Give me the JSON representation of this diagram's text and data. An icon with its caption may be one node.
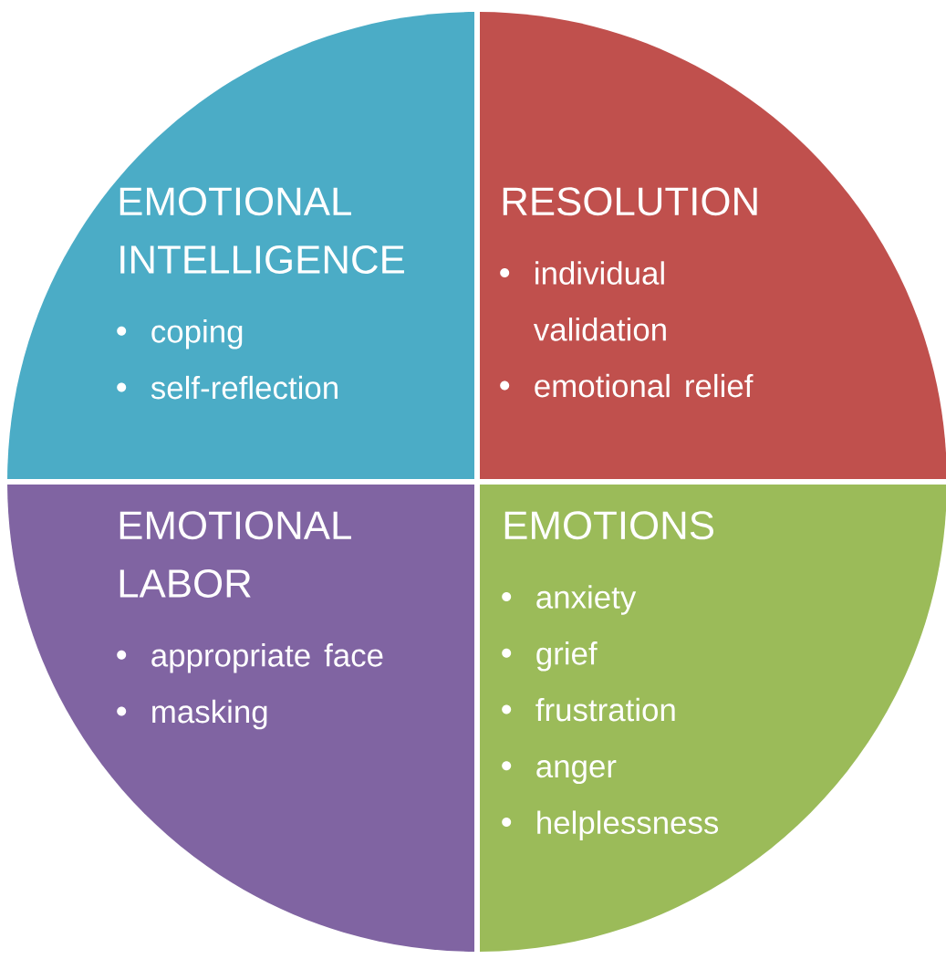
{
  "diagram": {
    "nodes": [
      {
        "text": [
          "EMOTIONAL INTELLIGENCE",
          "coping",
          "self-reflection"
        ]
      },
      {
        "text": [
          "RESOLUTION",
          "individual validation",
          "emotional relief"
        ]
      },
      {
        "text": [
          "EMOTIONAL LABOR",
          "appropriate face",
          "masking"
        ]
      },
      {
        "text": [
          "EMOTIONS",
          "anxiety",
          "grief",
          "frustration",
          "anger",
          "helplessness"
        ]
      }
    ]
  }
}
